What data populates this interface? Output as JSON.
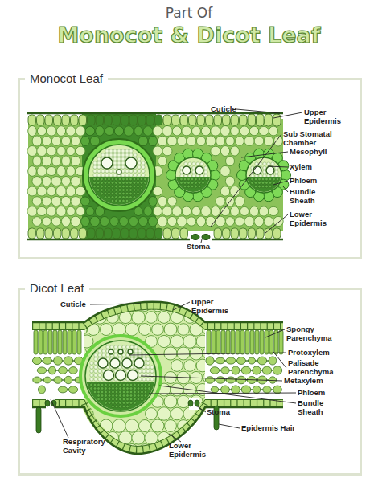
{
  "diagram": {
    "title": "Monocot & Dicot Leaf",
    "nodes": [
      {
        "text": [
          "Monocot Leaf"
        ]
      },
      {
        "text": [
          "Dicot Leaf"
        ]
      }
    ],
    "labels": [
      "Part Of",
      "Cuticle",
      "Upper Epidermis",
      "Sub Stomatal Chamber",
      "Mesophyll",
      "Xylem",
      "Phloem",
      "Bundle Sheath",
      "Lower Epidermis",
      "Stoma",
      "Cuticle",
      "Upper Epidermis",
      "Spongy Parenchyma",
      "Protoxylem",
      "Palisade Parenchyma",
      "Metaxylem",
      "Phloem",
      "Bundle Sheath",
      "Stoma",
      "Epidermis Hair",
      "Respiratory Cavity",
      "Lower Epidermis"
    ]
  }
}
